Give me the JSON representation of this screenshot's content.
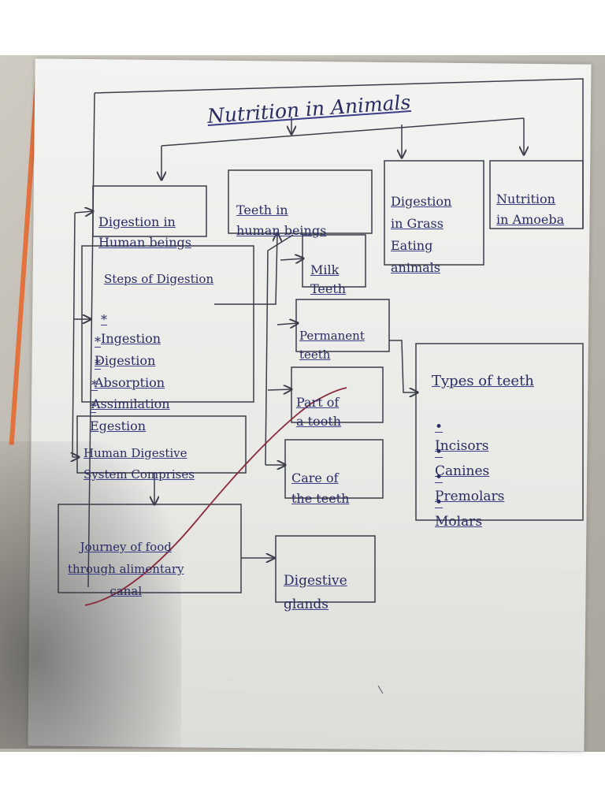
{
  "title": "Nutrition in Animals",
  "nodes": {
    "digestion_human": "Digestion in\nHuman beings",
    "teeth_human": "Teeth in\nhuman beings",
    "digestion_grass": "Digestion\nin Grass\nEating\nanimals",
    "nutrition_amoeba": "Nutrition\nin Amoeba",
    "steps_title": "Steps of Digestion",
    "steps": [
      "* Ingestion",
      "* Digestion",
      "* Absorption",
      "* Assimilation",
      "* Egestion"
    ],
    "milk_teeth": "Milk\nTeeth",
    "permanent_teeth": "Permanent\nteeth",
    "part_of_tooth": "Part of\na tooth",
    "care_teeth": "Care of\nthe teeth",
    "types_title": "Types of teeth",
    "types": [
      "• Incisors",
      "• Canines",
      "• Premolars",
      "• Molars"
    ],
    "human_digestive": "Human Digestive\nSystem Comprises",
    "journey": "Journey of food\nthrough alimentary\ncanal",
    "digestive_glands": "Digestive\nglands"
  },
  "colors": {
    "ink": "#2a2c63",
    "lines": "#3b3d4a",
    "red_pen": "#8b2a3a",
    "page": "#eeeeec"
  }
}
